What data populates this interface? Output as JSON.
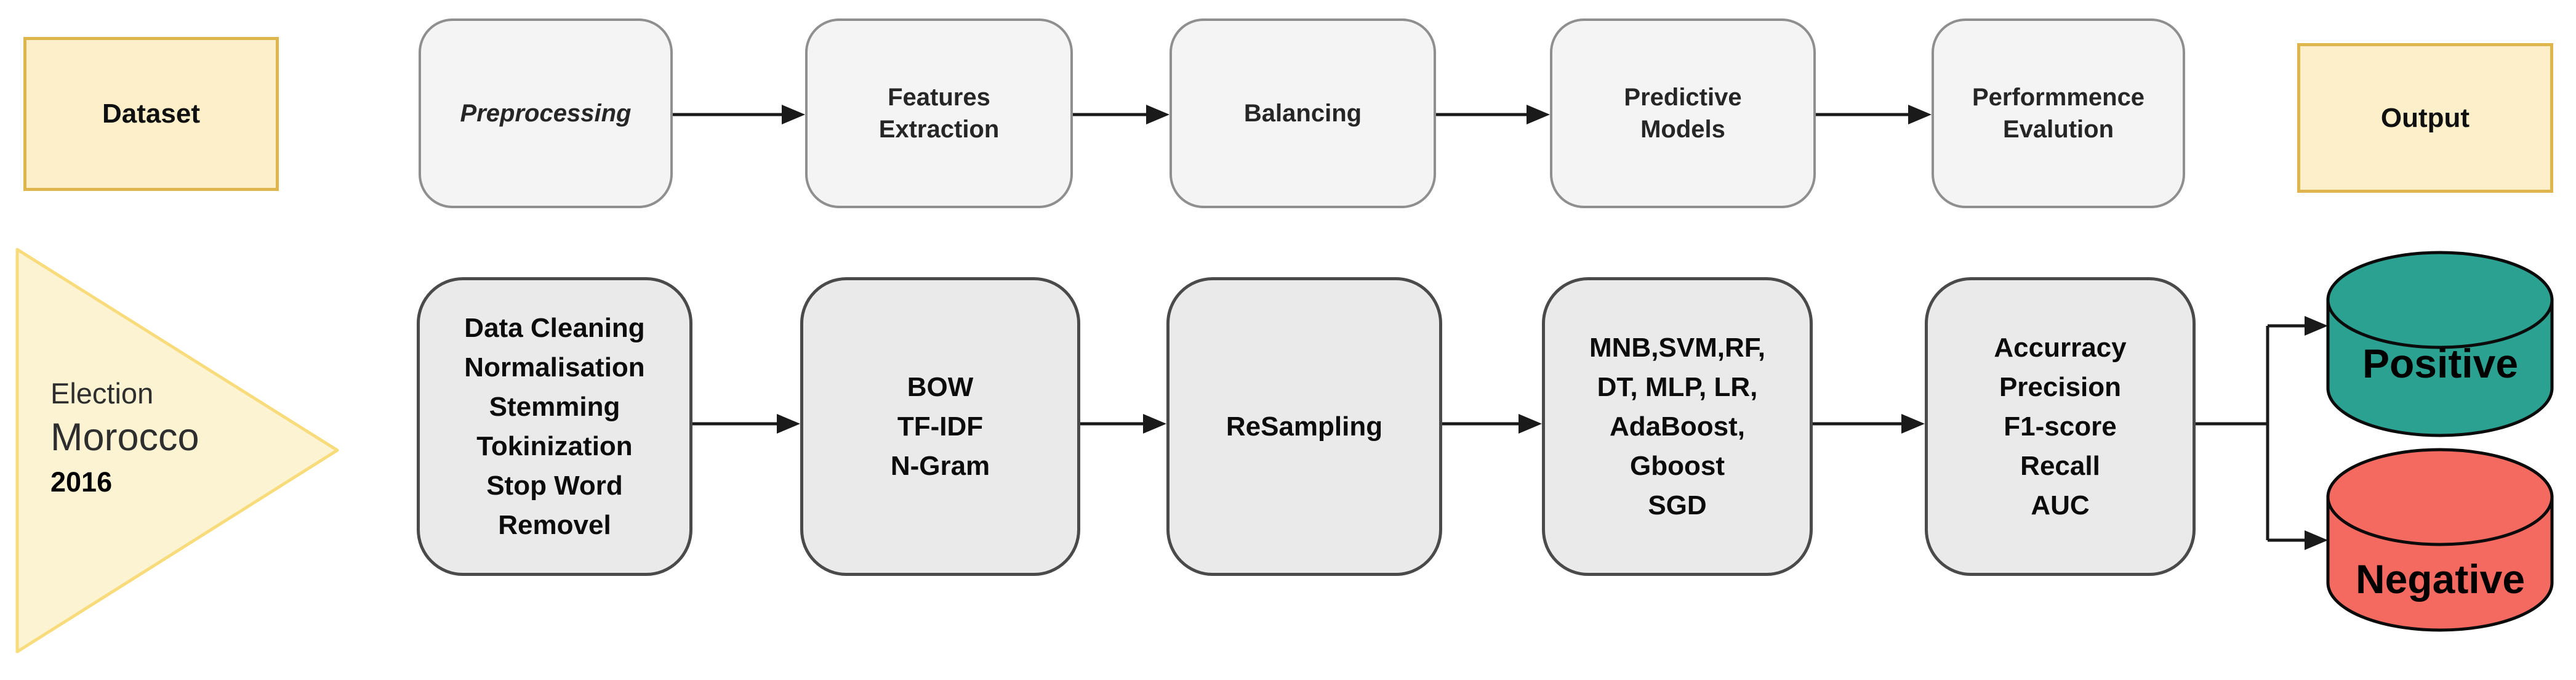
{
  "title": "Sentiment analysis pipeline diagram",
  "colors": {
    "accent_yellow_fill": "#FCEFC9",
    "accent_yellow_border": "#DFB54E",
    "triangle_fill": "#FCF3D3",
    "triangle_border": "#F8DC7C",
    "stage_fill": "#F4F4F4",
    "stage_border": "#8F8F8F",
    "detail_fill": "#EAEAEA",
    "detail_border": "#4A4A4A",
    "positive_fill": "#2BA191",
    "negative_fill": "#F46A60",
    "arrow": "#1A1A1A"
  },
  "dataset": {
    "label": "Dataset"
  },
  "output": {
    "label": "Output"
  },
  "source": {
    "line1": "Election",
    "line2": "Morocco",
    "line3": "2016"
  },
  "stages": [
    {
      "label": "Preprocessing"
    },
    {
      "label": "Features\nExtraction"
    },
    {
      "label": "Balancing"
    },
    {
      "label": "Predictive\nModels"
    },
    {
      "label": "Performmence\nEvalution"
    }
  ],
  "details": [
    {
      "label": "Data Cleaning\nNormalisation\nStemming\nTokinization\nStop Word\nRemovel"
    },
    {
      "label": "BOW\nTF-IDF\nN-Gram"
    },
    {
      "label": "ReSampling"
    },
    {
      "label": "MNB,SVM,RF,\nDT, MLP, LR,\nAdaBoost,\nGboost\nSGD"
    },
    {
      "label": "Accurracy\nPrecision\nF1-score\nRecall\nAUC"
    }
  ],
  "outputs": [
    {
      "label": "Positive",
      "color": "#2BA191"
    },
    {
      "label": "Negative",
      "color": "#F46A60"
    }
  ]
}
